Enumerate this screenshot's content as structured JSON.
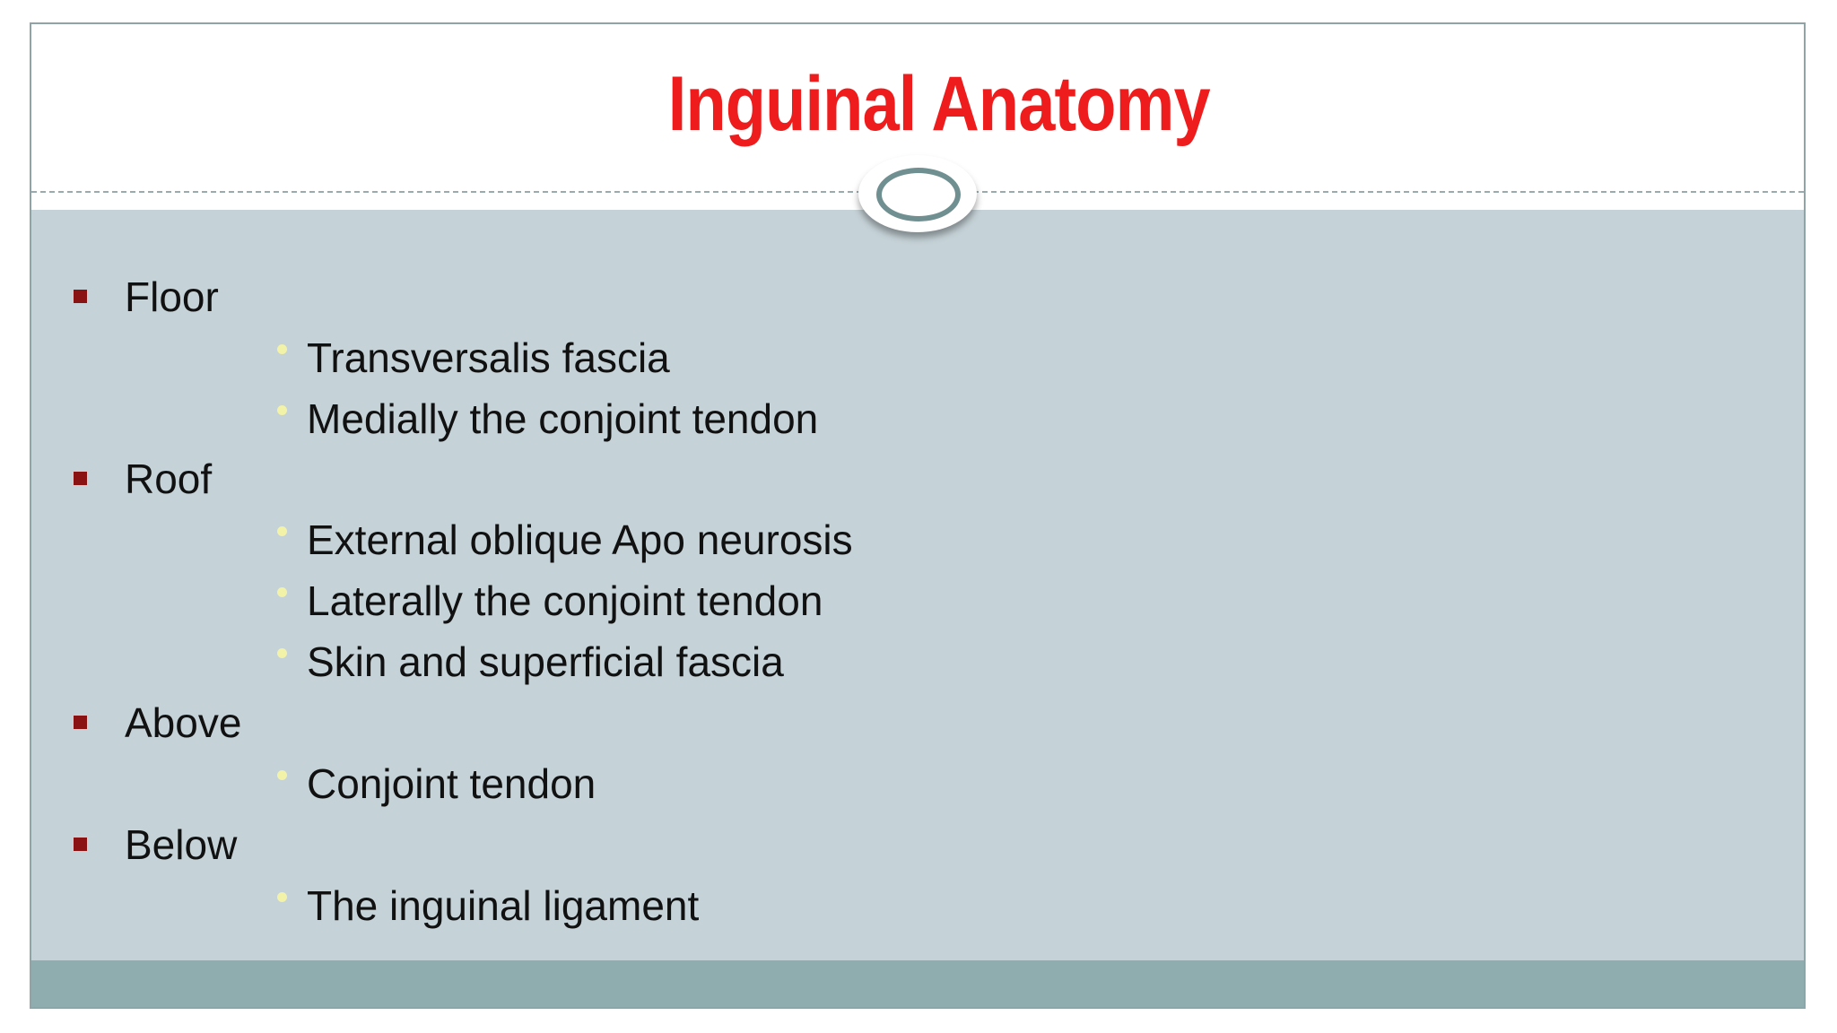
{
  "slide": {
    "title": "Inguinal Anatomy",
    "items": [
      {
        "level": 1,
        "text": "Floor"
      },
      {
        "level": 2,
        "text": "Transversalis fascia"
      },
      {
        "level": 2,
        "text": "Medially the conjoint tendon"
      },
      {
        "level": 1,
        "text": "Roof"
      },
      {
        "level": 2,
        "text": "External oblique Apo neurosis"
      },
      {
        "level": 2,
        "text": "Laterally the conjoint tendon"
      },
      {
        "level": 2,
        "text": "Skin and superficial fascia"
      },
      {
        "level": 1,
        "text": "Above"
      },
      {
        "level": 2,
        "text": "Conjoint tendon"
      },
      {
        "level": 1,
        "text": "Below"
      },
      {
        "level": 2,
        "text": "The inguinal ligament"
      }
    ]
  },
  "colors": {
    "title": "#ee1c1c",
    "body_background": "#c5d2d7",
    "footer_bar": "#8fadae",
    "bullet_level1": "#8b1212",
    "bullet_level2": "#f2f2a8",
    "ring": "#6f8f91"
  }
}
